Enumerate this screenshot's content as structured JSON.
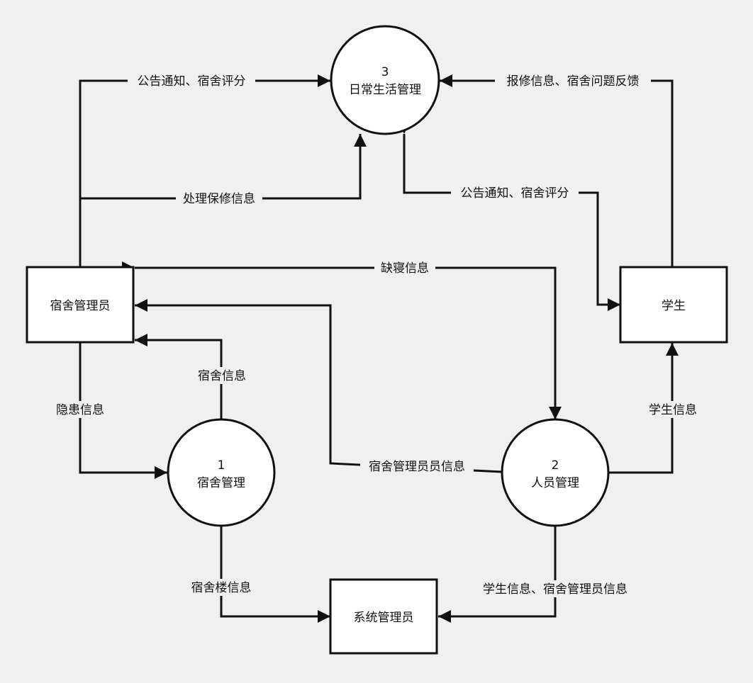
{
  "processes": {
    "p1": {
      "number": "1",
      "name": "宿舍管理"
    },
    "p2": {
      "number": "2",
      "name": "人员管理"
    },
    "p3": {
      "number": "3",
      "name": "日常生活管理"
    }
  },
  "entities": {
    "dorm_admin": "宿舍管理员",
    "student": "学生",
    "sys_admin": "系统管理员"
  },
  "flows": {
    "notice_to_p3": "公告通知、宿舍评分",
    "repair_handle": "处理保修信息",
    "repair_feedback": "报修信息、宿舍问题反馈",
    "notice_to_student": "公告通知、宿舍评分",
    "absence": "缺寝信息",
    "dorm_admin_info": "宿舍管理员员信息",
    "dorm_info": "宿舍信息",
    "hazard_info": "隐患信息",
    "student_info": "学生信息",
    "building_info": "宿舍楼信息",
    "student_admin_info": "学生信息、宿舍管理员信息"
  },
  "colors": {
    "background": "#f0f0f0",
    "stroke": "#111111",
    "fill": "#ffffff"
  }
}
